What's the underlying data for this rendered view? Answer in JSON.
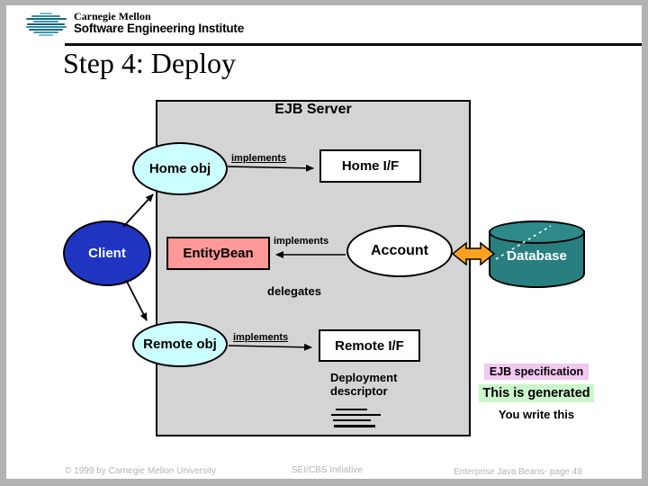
{
  "header": {
    "brand_line1": "Carnegie Mellon",
    "brand_line2": "Software Engineering Institute",
    "title": "Step 4: Deploy"
  },
  "diagram": {
    "server_label": "EJB Server",
    "home_obj": "Home obj",
    "home_if": "Home I/F",
    "client": "Client",
    "entity_bean": "EntityBean",
    "account": "Account",
    "database": "Database",
    "remote_obj": "Remote obj",
    "remote_if": "Remote I/F",
    "implements_home": "implements",
    "implements_account": "implements",
    "implements_remote": "implements",
    "delegates": "delegates",
    "deployment_descriptor": "Deployment descriptor"
  },
  "legend": {
    "ejb_specification": "EJB specification",
    "this_is_generated": "This is generated",
    "you_write_this": "You write this"
  },
  "footer": {
    "copyright": "© 1999 by Carnegie Mellon University",
    "initiative": "SEI/CBS Initiative",
    "page": "Enterprise Java Beans- page 49"
  },
  "colors": {
    "client_blue": "#1f35c1",
    "object_cyan": "#ccffff",
    "bean_salmon": "#ff9999",
    "database_teal": "#2a8383",
    "arrow_orange": "#ffa21f",
    "spec_pink": "#f2c8f0",
    "generated_green": "#cbf6cb",
    "server_gray": "#d4d4d4",
    "logo_teal": "#2f8fa3"
  }
}
